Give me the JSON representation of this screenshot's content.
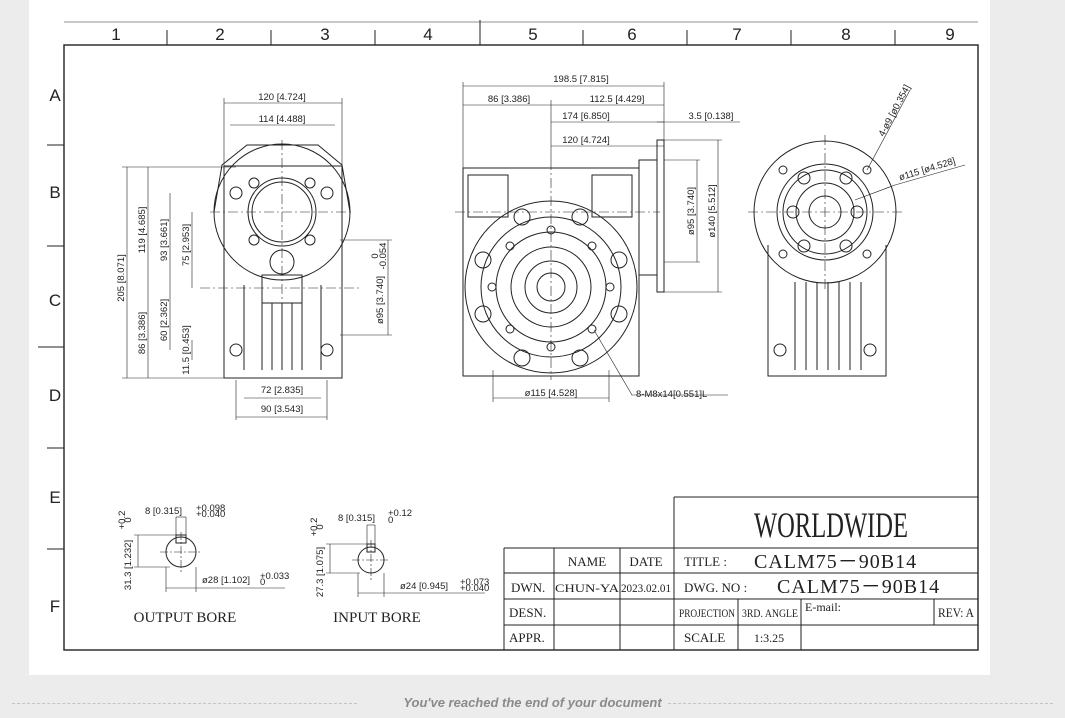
{
  "grid": {
    "columns": [
      "1",
      "2",
      "3",
      "4",
      "5",
      "6",
      "7",
      "8",
      "9"
    ],
    "rows": [
      "A",
      "B",
      "C",
      "D",
      "E",
      "F"
    ]
  },
  "views": {
    "front": {
      "dims": [
        "120 [4.724]",
        "114 [4.488]",
        "205 [8.071]",
        "119 [4.685]",
        "93 [3.661]",
        "75 [2.953]",
        "86 [3.386]",
        "60 [2.362]",
        "11.5 [0.453]",
        "72 [2.835]",
        "90 [3.543]",
        "ø95 [3.740]",
        "0",
        "-0.054"
      ]
    },
    "side": {
      "dims": [
        "198.5 [7.815]",
        "86 [3.386]",
        "112.5 [4.429]",
        "174 [6.850]",
        "3.5 [0.138]",
        "120 [4.724]",
        "ø95 [3.740]",
        "ø140 [5.512]",
        "ø115 [4.528]",
        "8-M8x14[0.551]L"
      ]
    },
    "flange": {
      "dims": [
        "4-ø9 [ø0.354]",
        "ø115 [ø4.528]"
      ]
    },
    "output_bore": {
      "title": "OUTPUT BORE",
      "dims": [
        "8 [0.315]",
        "+0.098",
        "+0.040",
        "31.3 [1.232]",
        "+0.2",
        "0",
        "ø28 [1.102]",
        "+0.033",
        "0"
      ]
    },
    "input_bore": {
      "title": "INPUT BORE",
      "dims": [
        "8 [0.315]",
        "+0.12",
        "0",
        "27.3 [1.075]",
        "+0.2",
        "0",
        "ø24 [0.945]",
        "+0.073",
        "+0.040"
      ]
    }
  },
  "title_block": {
    "company": "WORLDWIDE",
    "title_label": "TITLE :",
    "title_value": "CALM75－90B14",
    "dwg_label": "DWG. NO :",
    "dwg_value": "CALM75－90B14",
    "projection_label": "PROJECTION",
    "projection_value": "3RD. ANGLE",
    "email_label": "E-mail:",
    "rev": "REV: A",
    "scale_label": "SCALE",
    "scale_value": "1:3.25",
    "name_header": "NAME",
    "date_header": "DATE",
    "dwn_label": "DWN.",
    "dwn_name": "CHUN-YA",
    "dwn_date": "2023.02.01",
    "desn_label": "DESN.",
    "appr_label": "APPR."
  },
  "footer": {
    "end_message": "You've reached the end of your document"
  }
}
